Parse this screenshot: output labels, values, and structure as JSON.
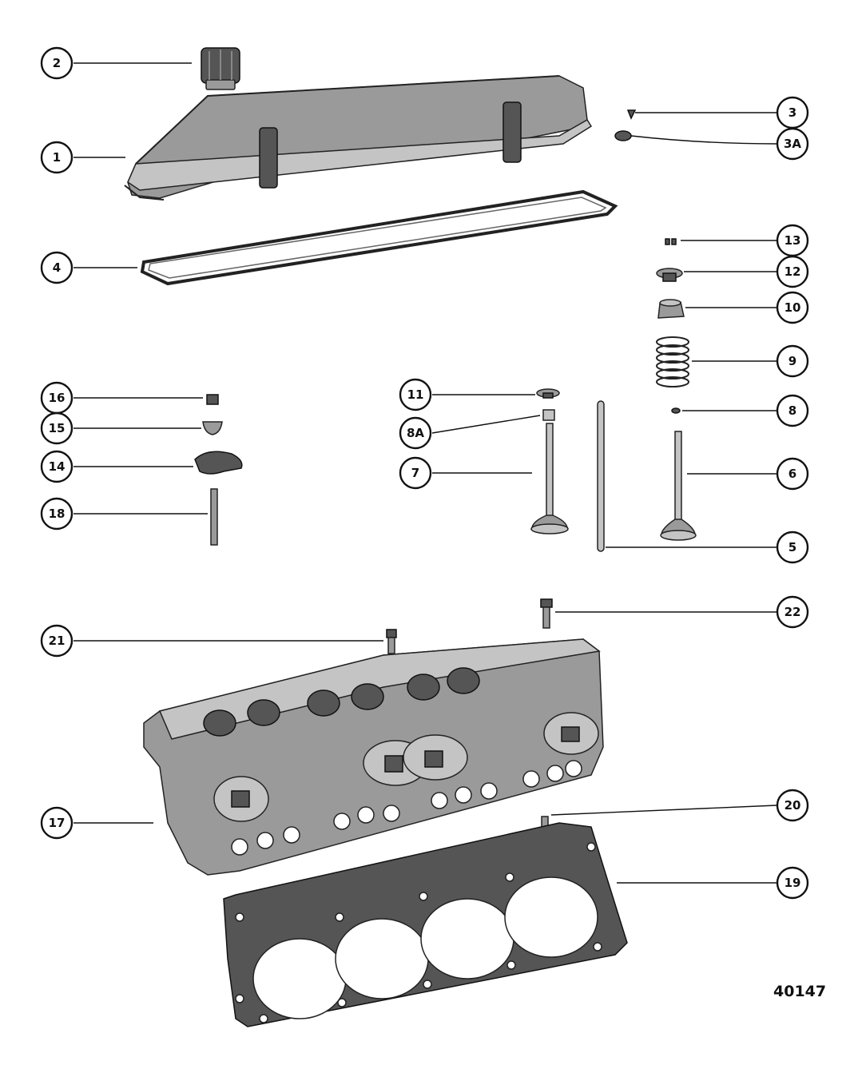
{
  "figure_number": "40147",
  "callouts": [
    {
      "label": "1"
    },
    {
      "label": "2"
    },
    {
      "label": "3"
    },
    {
      "label": "3A"
    },
    {
      "label": "4"
    },
    {
      "label": "13"
    },
    {
      "label": "12"
    },
    {
      "label": "10"
    },
    {
      "label": "9"
    },
    {
      "label": "16"
    },
    {
      "label": "15"
    },
    {
      "label": "14"
    },
    {
      "label": "18"
    },
    {
      "label": "11"
    },
    {
      "label": "8A"
    },
    {
      "label": "7"
    },
    {
      "label": "8"
    },
    {
      "label": "6"
    },
    {
      "label": "5"
    },
    {
      "label": "22"
    },
    {
      "label": "21"
    },
    {
      "label": "17"
    },
    {
      "label": "20"
    },
    {
      "label": "19"
    }
  ]
}
